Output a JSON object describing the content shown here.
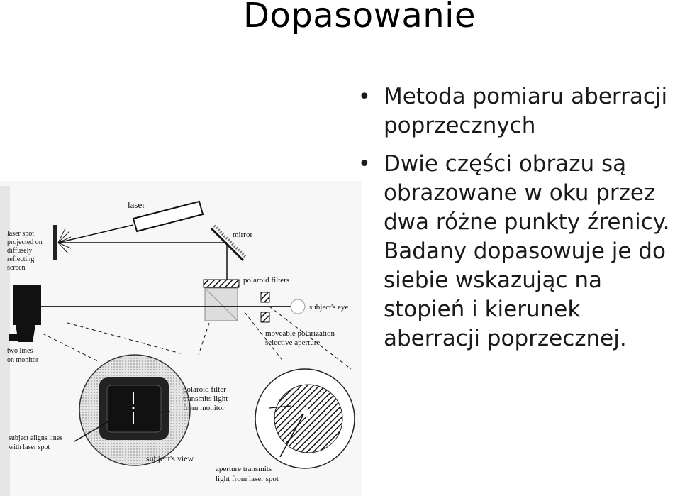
{
  "slide": {
    "title": "Dopasowanie",
    "bullets": [
      "Metoda pomiaru aberracji poprzecznych",
      "Dwie części obrazu są obrazowane w oku przez dwa różne punkty źrenicy. Badany dopasowuje je do siebie wskazując na stopień i kierunek aberracji poprzecznej."
    ]
  },
  "figure": {
    "labels": {
      "laser": "laser",
      "mirror": "mirror",
      "laser_spot_1": "laser spot",
      "laser_spot_2": "projected on",
      "laser_spot_3": "diffusely",
      "laser_spot_4": "reflecting",
      "laser_spot_5": "screen",
      "polaroid_filters": "polaroid filters",
      "subjects_eye": "subject's eye",
      "moveable_1": "moveable polarization",
      "moveable_2": "selective aperture",
      "two_lines_1": "two lines",
      "two_lines_2": "on monitor",
      "polaroid_filter_1": "polaroid filter",
      "polaroid_filter_2": "transmits light",
      "polaroid_filter_3": "from monitor",
      "aligns_1": "subject aligns lines",
      "aligns_2": "with laser spot",
      "subjects_view": "subject's view",
      "aperture_1": "aperture transmits",
      "aperture_2": "light from laser spot"
    }
  }
}
